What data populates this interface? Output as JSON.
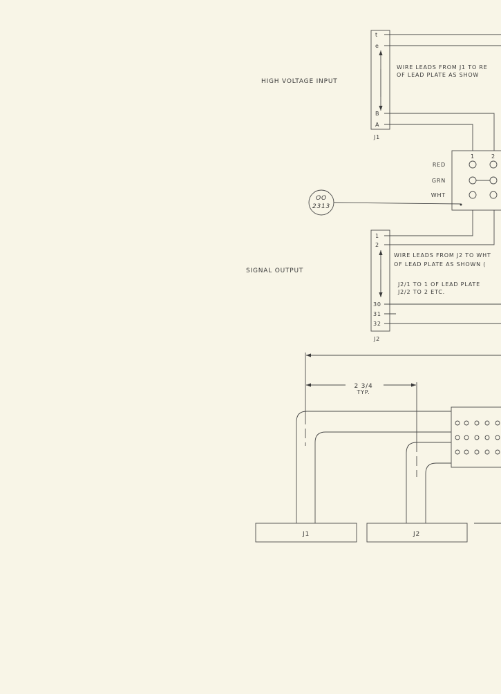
{
  "high_voltage_input": {
    "title": "HIGH VOLTAGE INPUT",
    "connector": "J1",
    "pins": [
      "t",
      "e",
      "B",
      "A"
    ],
    "note_line1": "WIRE LEADS FROM J1 TO RE",
    "note_line2": "OF LEAD PLATE AS SHOW"
  },
  "lead_plate": {
    "columns": [
      "1",
      "2"
    ],
    "rows": [
      "RED",
      "GRN",
      "WHT"
    ]
  },
  "reference_bubble": {
    "top": "OO",
    "bottom": "2313"
  },
  "signal_output": {
    "title": "SIGNAL OUTPUT",
    "connector": "J2",
    "pins": [
      "1",
      "2",
      "30",
      "31",
      "32"
    ],
    "note_line1": "WIRE LEADS FROM J2 TO WHT",
    "note_line2": "OF LEAD PLATE AS SHOWN (",
    "note_line3": "J2/1 TO 1 OF LEAD PLATE",
    "note_line4": "J2/2 TO 2 ETC."
  },
  "dimension": {
    "value": "2 3/4",
    "qualifier": "TYP."
  },
  "bottom_connectors": [
    "J1",
    "J2"
  ]
}
